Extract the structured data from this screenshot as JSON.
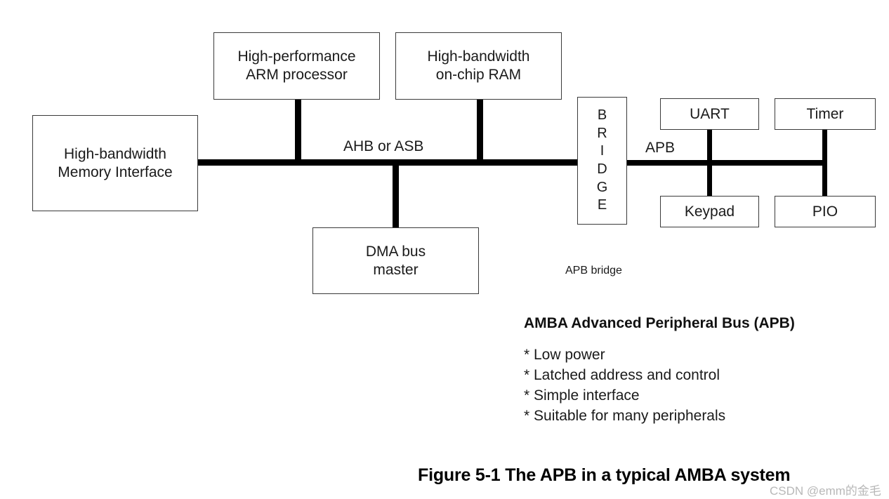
{
  "figure": {
    "caption": "Figure 5-1 The APB in a typical AMBA system",
    "watermark": "CSDN @emm的金毛"
  },
  "blocks": {
    "memory_interface": "High-bandwidth\nMemory Interface",
    "arm_processor": "High-performance\nARM processor",
    "onchip_ram": "High-bandwidth\non-chip RAM",
    "dma_master": "DMA bus\nmaster",
    "uart": "UART",
    "timer": "Timer",
    "keypad": "Keypad",
    "pio": "PIO"
  },
  "bridge": {
    "letters": [
      "B",
      "R",
      "I",
      "D",
      "G",
      "E"
    ],
    "annotation": "APB bridge"
  },
  "buses": {
    "system_bus_label": "AHB or ASB",
    "peripheral_bus_label": "APB"
  },
  "notes": {
    "heading": "AMBA Advanced Peripheral Bus (APB)",
    "bullets": [
      "* Low power",
      "* Latched address and control",
      "* Simple interface",
      "* Suitable for many peripherals"
    ]
  },
  "colors": {
    "line": "#000000",
    "box_border": "#3a3a3a",
    "text": "#1a1a1a",
    "watermark": "#b8b8b8"
  }
}
